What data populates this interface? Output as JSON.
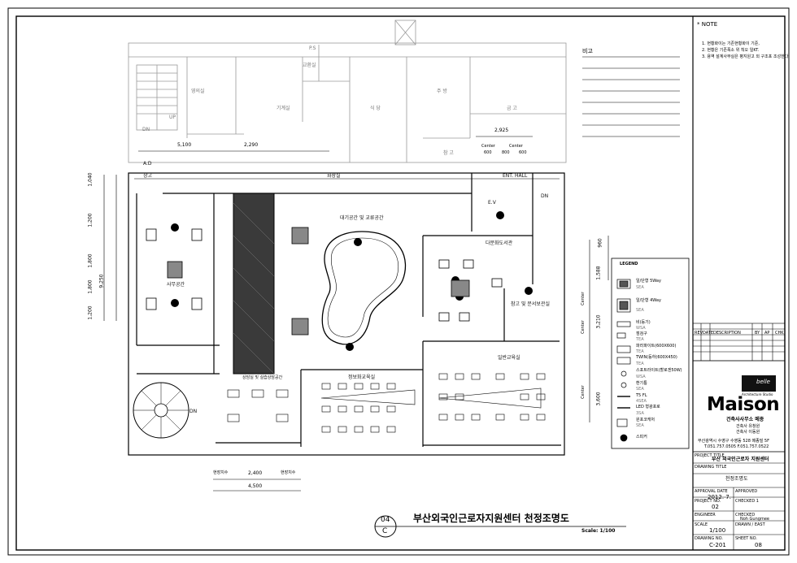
{
  "note": {
    "title": "* NOTE",
    "items": [
      "1. 현황화이는 기존현황화이 기준,",
      "2. 현황은 기존폭소 위 척오 일KT.",
      "3. 용역 설계사무실은 평지원고 외 구조포 조성한다."
    ],
    "remark_label": "비고"
  },
  "title_block": {
    "table_headers": [
      "REV",
      "DATE",
      "DESCRIPTION",
      "BY",
      "AP",
      "CHK"
    ],
    "brand": "Maison",
    "brand_sub": "Architecture Studio",
    "brand_tag": "belle",
    "firm": "건축사사무소 메종",
    "architects": [
      "건축사 유창원",
      "건축사 이동원"
    ],
    "address": "부산광역시 수영구 수영동 528 메종빌 5F",
    "phone": "T.051.757.0505  F.051.757.0522",
    "project_title_label": "PROJECT TITLE",
    "project_title": "부산 외국인근로자 지원센터",
    "drawing_title_label": "DRAWING TITLE",
    "drawing_title": "천정조명도",
    "approval_date_label": "APPROVAL DATE",
    "approval_date": "2012. 7.",
    "approved_label": "APPROVED",
    "project_no_label": "PROJECT NO.",
    "project_no": "02",
    "checked_label": "CHECKED 1",
    "engineer_label": "ENGINEER",
    "checked2_label": "CHECKED",
    "checked2_value": "Noh Gungmee",
    "scale_label": "SCALE",
    "scale_value": "1/100",
    "drawn_label": "DRAWN / EAST",
    "drawing_no_label": "DRAWING NO.",
    "drawing_no": "C-201",
    "sheet_no_label": "SHEET NO.",
    "sheet_no": "08"
  },
  "legend": {
    "title": "LEGEND",
    "items": [
      {
        "name": "일/단형 5Way",
        "sub": "SEA"
      },
      {
        "name": "일/단형 4Way",
        "sub": "SEA"
      },
      {
        "name": "비(등기)",
        "sub": "WSA"
      },
      {
        "name": "점검구",
        "sub": "TEA"
      },
      {
        "name": "파라파이트(600X600)",
        "sub": "TEA"
      },
      {
        "name": "TWIN(등하(600X450)",
        "sub": "TEA"
      },
      {
        "name": "스포트라이트(할로겐50W)",
        "sub": "WSA"
      },
      {
        "name": "환기통",
        "sub": "SEA"
      },
      {
        "name": "T5 FL",
        "sub": "4SEA"
      },
      {
        "name": "LED 형광포로",
        "sub": "3SA"
      },
      {
        "name": "원포코캐처",
        "sub": "SEA"
      },
      {
        "name": "스피커",
        "sub": ""
      }
    ]
  },
  "drawing": {
    "number": "04",
    "sheet": "C",
    "title": "부산외국인근로자지원센터 천정조명도",
    "scale": "Scale: 1/100"
  },
  "rooms": {
    "upper": [
      "영의실",
      "기계실",
      "식 당",
      "주 방",
      "금 고",
      "교환실",
      "참 고",
      "P.S"
    ],
    "main": [
      "대기공간 및 교류공간",
      "다문화도서관",
      "사무공간",
      "상담실 및 실습상담공간",
      "참고 및 문서보관실",
      "정보화교육실",
      "일반교육실",
      "E.V",
      "ENT. HALL",
      "A.D",
      "창고",
      "화장실",
      "DN",
      "DN",
      "DN",
      "UP"
    ]
  },
  "dimensions": {
    "top": [
      "5,100",
      "2,290",
      "2,925"
    ],
    "left": [
      "1,040",
      "1,200",
      "1,800",
      "9,250",
      "1,800",
      "1,200"
    ],
    "right": [
      "960",
      "1,588",
      "3,210",
      "3,600"
    ],
    "bottom": [
      "2,400",
      "4,500",
      "현장치수",
      "현장치수"
    ],
    "center": [
      "Center",
      "Center",
      "Center",
      "Center",
      "Center"
    ],
    "small": [
      "600",
      "800",
      "600"
    ]
  }
}
